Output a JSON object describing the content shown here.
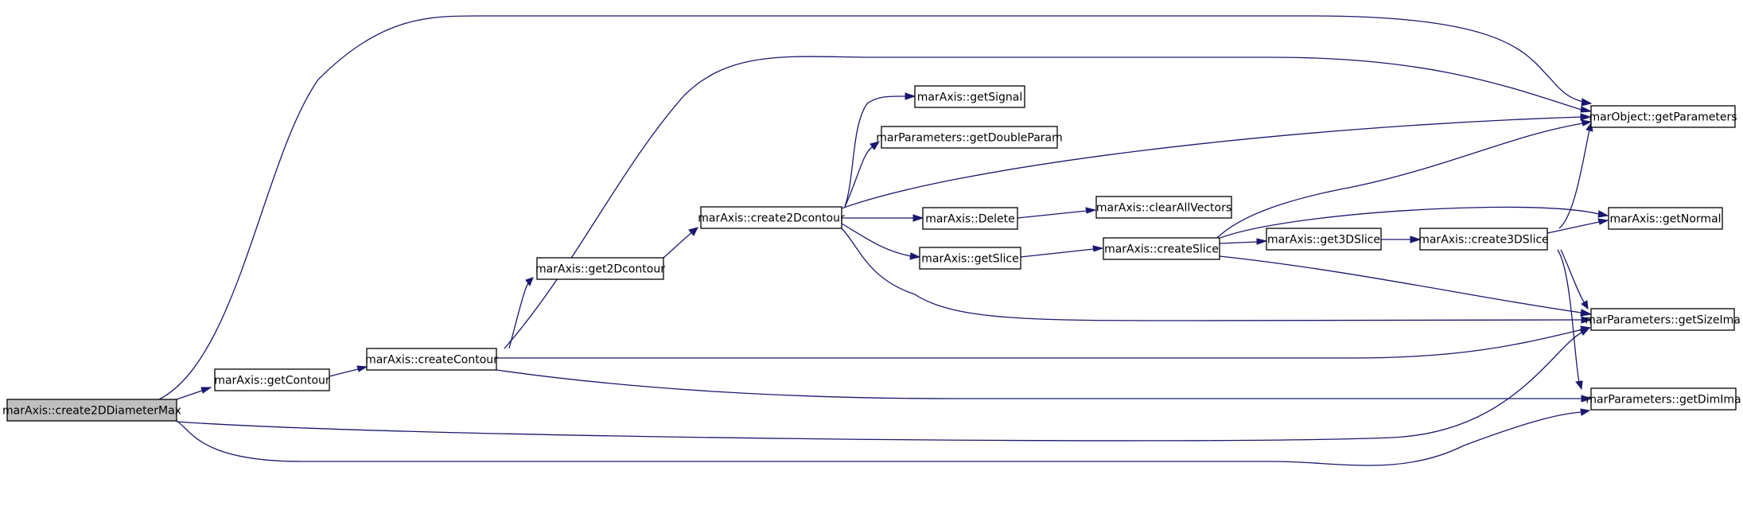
{
  "diagram": {
    "type": "call-graph",
    "colors": {
      "edge": "#191970",
      "root_fill": "#bfbfbf",
      "node_fill": "#ffffff",
      "node_border": "#000000"
    },
    "nodes": [
      {
        "id": "n0",
        "label": "marAxis::create2DDiameterMax",
        "root": true
      },
      {
        "id": "n1",
        "label": "marAxis::getContour"
      },
      {
        "id": "n2",
        "label": "marAxis::createContour"
      },
      {
        "id": "n3",
        "label": "marAxis::get2Dcontour"
      },
      {
        "id": "n4",
        "label": "marAxis::create2Dcontour"
      },
      {
        "id": "n5",
        "label": "marAxis::getSignal"
      },
      {
        "id": "n6",
        "label": "marParameters::getDoubleParam"
      },
      {
        "id": "n7",
        "label": "marAxis::Delete"
      },
      {
        "id": "n8",
        "label": "marAxis::clearAllVectors"
      },
      {
        "id": "n9",
        "label": "marAxis::getSlice"
      },
      {
        "id": "n10",
        "label": "marAxis::createSlice"
      },
      {
        "id": "n11",
        "label": "marAxis::get3DSlice"
      },
      {
        "id": "n12",
        "label": "marAxis::create3DSlice"
      },
      {
        "id": "n13",
        "label": "marObject::getParameters"
      },
      {
        "id": "n14",
        "label": "marAxis::getNormal"
      },
      {
        "id": "n15",
        "label": "marParameters::getSizeIma"
      },
      {
        "id": "n16",
        "label": "marParameters::getDimIma"
      }
    ],
    "edges": [
      {
        "from": "n0",
        "to": "n1"
      },
      {
        "from": "n0",
        "to": "n13"
      },
      {
        "from": "n0",
        "to": "n15"
      },
      {
        "from": "n0",
        "to": "n16"
      },
      {
        "from": "n1",
        "to": "n2"
      },
      {
        "from": "n2",
        "to": "n3"
      },
      {
        "from": "n2",
        "to": "n13"
      },
      {
        "from": "n2",
        "to": "n15"
      },
      {
        "from": "n2",
        "to": "n16"
      },
      {
        "from": "n3",
        "to": "n4"
      },
      {
        "from": "n4",
        "to": "n5"
      },
      {
        "from": "n4",
        "to": "n6"
      },
      {
        "from": "n4",
        "to": "n7"
      },
      {
        "from": "n4",
        "to": "n9"
      },
      {
        "from": "n4",
        "to": "n13"
      },
      {
        "from": "n4",
        "to": "n15"
      },
      {
        "from": "n7",
        "to": "n8"
      },
      {
        "from": "n9",
        "to": "n10"
      },
      {
        "from": "n10",
        "to": "n11"
      },
      {
        "from": "n10",
        "to": "n13"
      },
      {
        "from": "n10",
        "to": "n14"
      },
      {
        "from": "n10",
        "to": "n15"
      },
      {
        "from": "n11",
        "to": "n12"
      },
      {
        "from": "n12",
        "to": "n13"
      },
      {
        "from": "n12",
        "to": "n14"
      },
      {
        "from": "n12",
        "to": "n15"
      },
      {
        "from": "n12",
        "to": "n16"
      }
    ]
  }
}
